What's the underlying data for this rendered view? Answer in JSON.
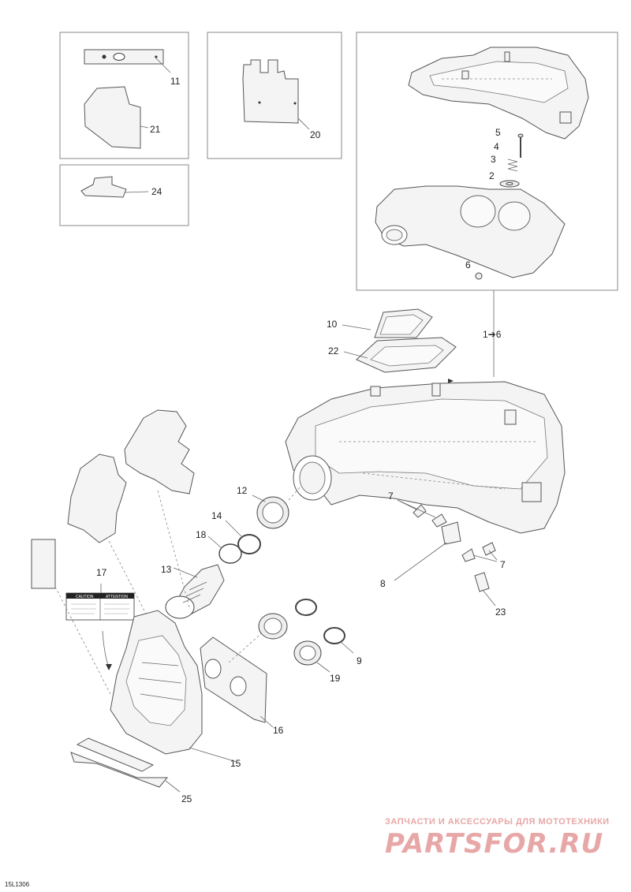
{
  "drawing_code": "15L1306",
  "callouts": {
    "c11": "11",
    "c21": "21",
    "c20": "20",
    "c24": "24",
    "c5": "5",
    "c4": "4",
    "c3": "3",
    "c2": "2",
    "c6": "6",
    "c10": "10",
    "c22": "22",
    "c1to6": "1➔6",
    "c12": "12",
    "c14": "14",
    "c18": "18",
    "c13": "13",
    "c7a": "7",
    "c7b": "7",
    "c8": "8",
    "c23": "23",
    "c17": "17",
    "c9": "9",
    "c19": "19",
    "c16": "16",
    "c15": "15",
    "c25": "25"
  },
  "label_sticker": {
    "caution": "CAUTION",
    "attention": "ATTENTION"
  },
  "watermark": {
    "subtitle": "ЗАПЧАСТИ И АКСЕССУАРЫ ДЛЯ МОТОТЕХНИКИ",
    "logo": "PARTSFOR.RU",
    "color": "#e8a7a7"
  }
}
